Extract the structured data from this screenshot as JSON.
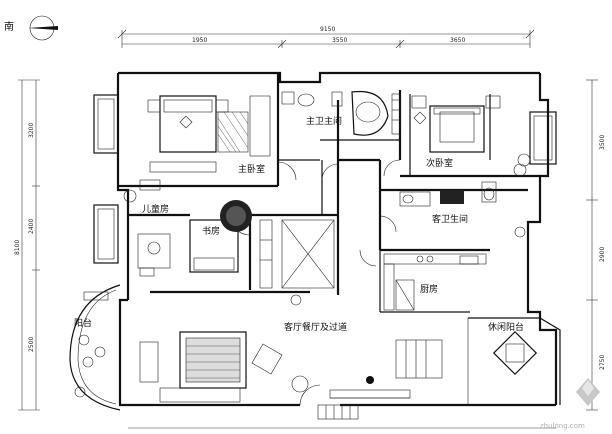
{
  "north": {
    "label": "南"
  },
  "dimensions": {
    "top_total": "9150",
    "top_segments": [
      "1950",
      "3550",
      "3650"
    ],
    "left_segments": [
      "3200",
      "2400",
      "2500"
    ],
    "left_total": "8100",
    "right_segments": [
      "3500",
      "2900",
      "2750"
    ]
  },
  "rooms": {
    "master_bedroom": "主卧室",
    "master_bath": "主卫主间",
    "second_bedroom": "次卧室",
    "kids_room": "儿童房",
    "study": "书房",
    "guest_bath": "客卫生间",
    "kitchen": "厨房",
    "balcony": "阳台",
    "living": "客厅餐厅及过道",
    "leisure": "休闲阳台"
  },
  "watermark": {
    "text": "zhulong.com"
  }
}
